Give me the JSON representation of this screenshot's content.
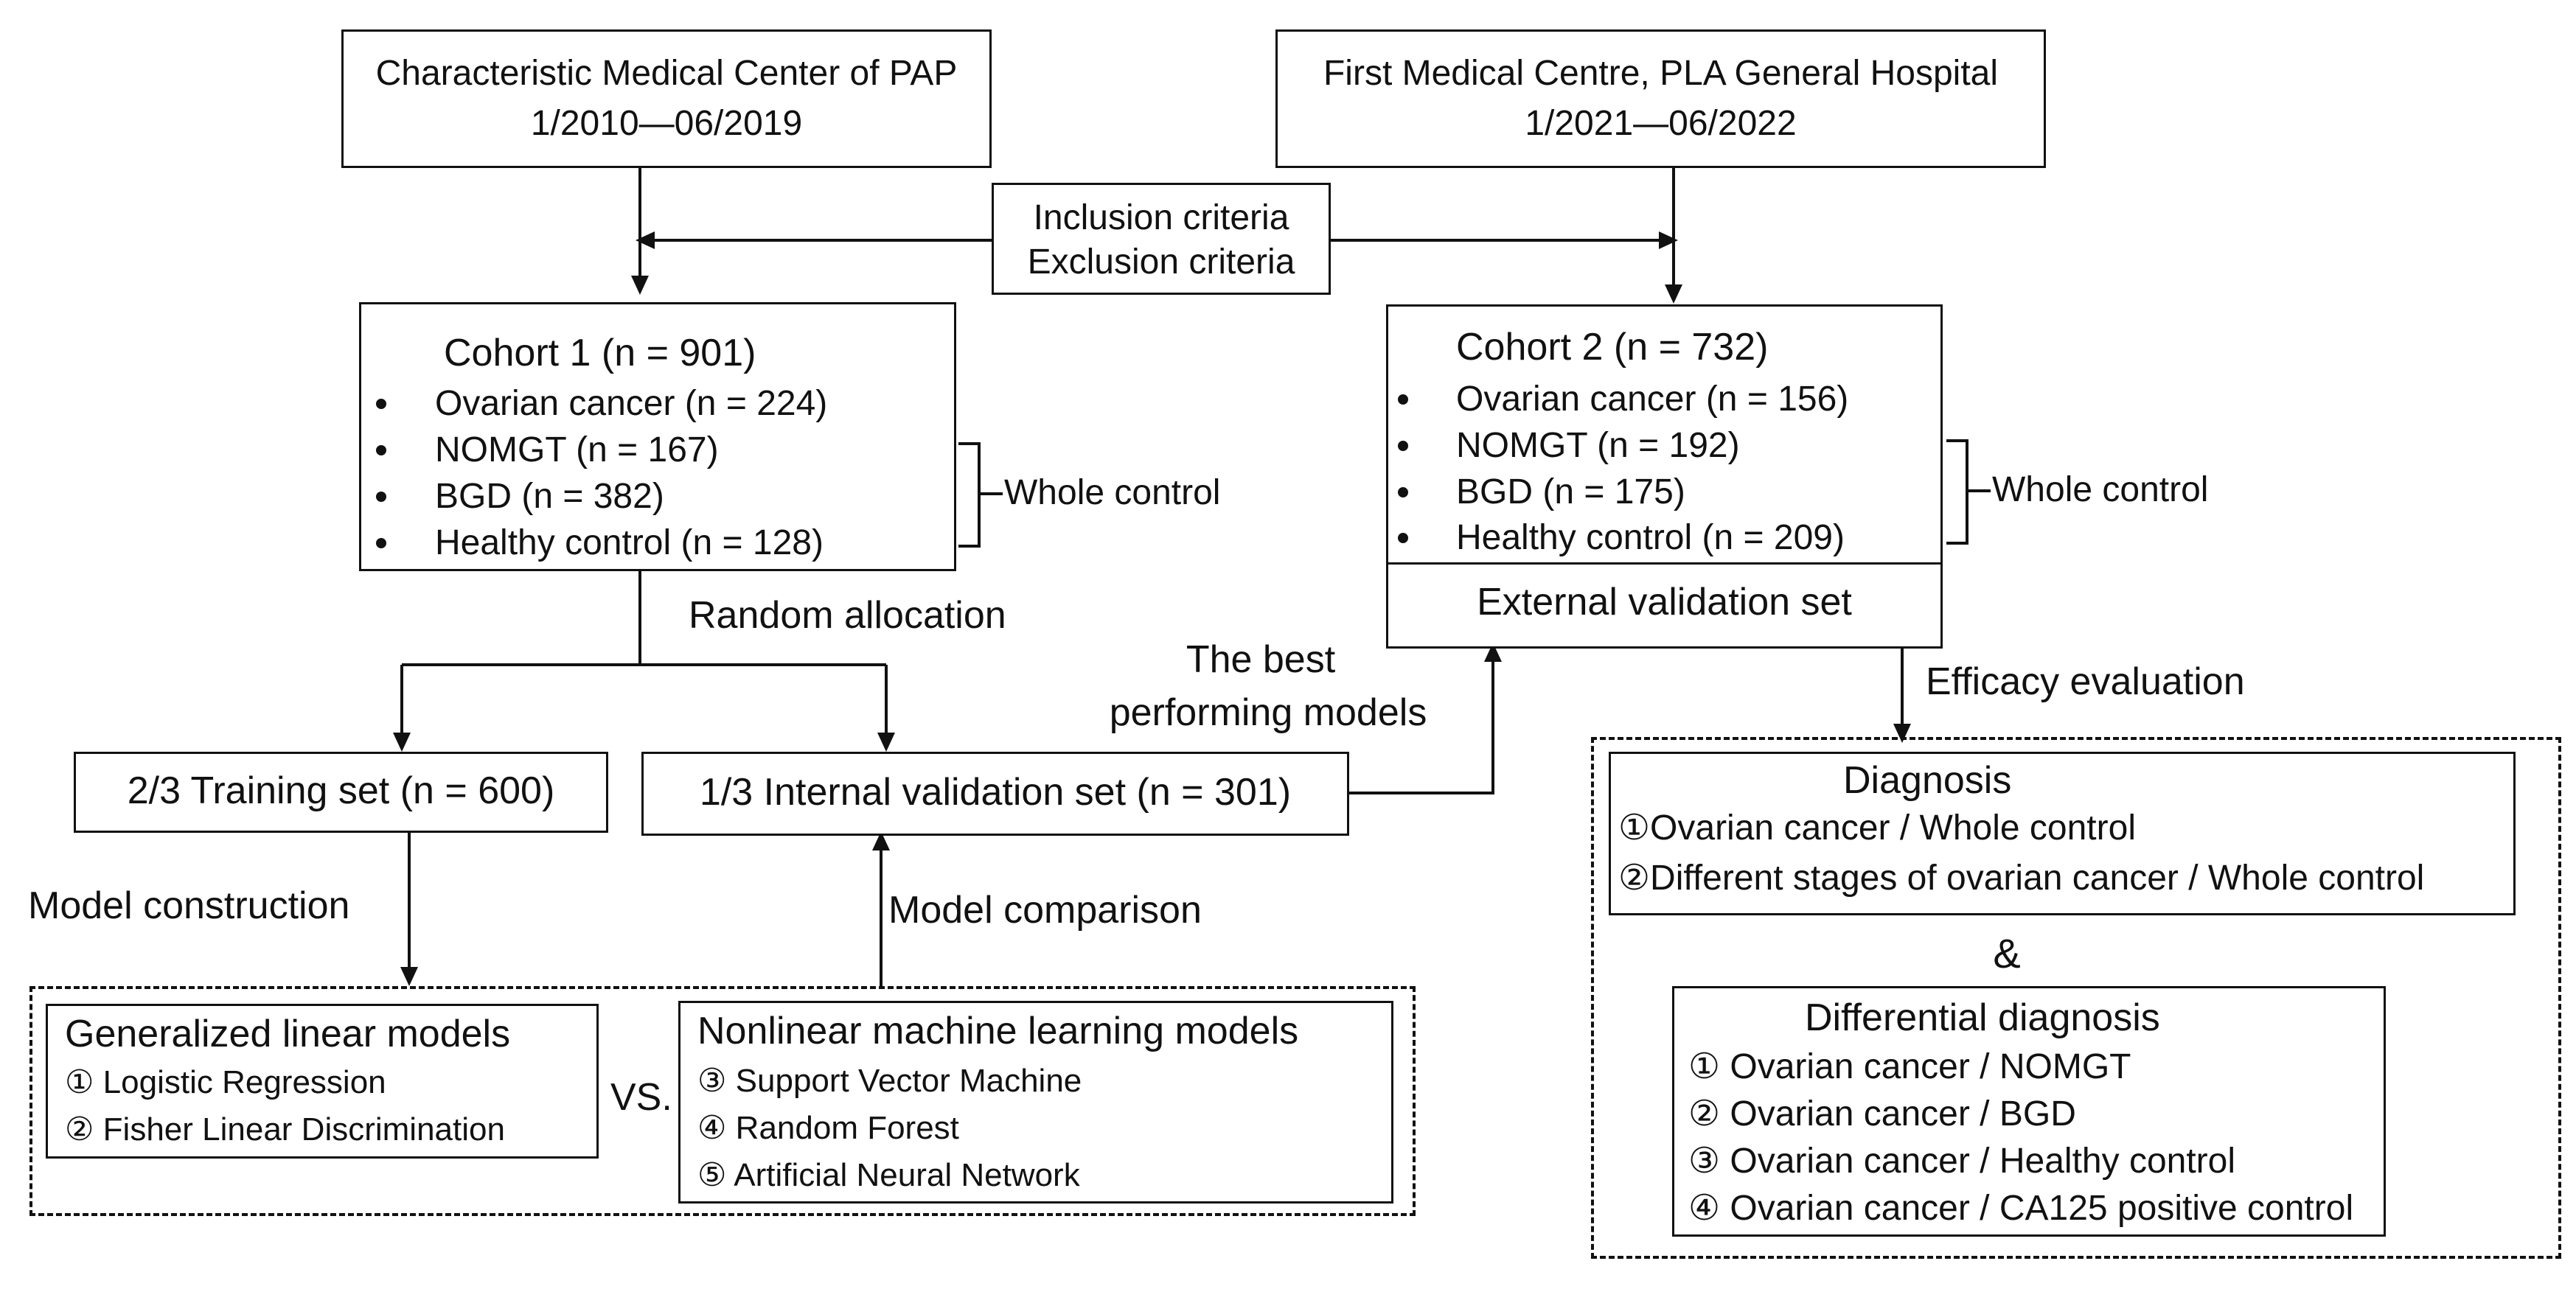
{
  "sources": {
    "left": {
      "line1": "Characteristic Medical Center of PAP",
      "line2": "1/2010—06/2019"
    },
    "right": {
      "line1": "First Medical Centre, PLA General Hospital",
      "line2": "1/2021—06/2022"
    }
  },
  "criteria": {
    "inclusion": "Inclusion criteria",
    "exclusion": "Exclusion criteria"
  },
  "cohort1": {
    "title": "Cohort 1 (n = 901)",
    "items": [
      "Ovarian cancer (n = 224)",
      "NOMGT (n = 167)",
      "BGD (n = 382)",
      "Healthy control (n = 128)"
    ],
    "bracket_label": "Whole control"
  },
  "cohort2": {
    "title": "Cohort 2 (n = 732)",
    "items": [
      "Ovarian cancer (n = 156)",
      "NOMGT (n = 192)",
      "BGD (n = 175)",
      "Healthy control (n = 209)"
    ],
    "bracket_label": "Whole control",
    "external": "External validation set"
  },
  "labels": {
    "random_allocation": "Random allocation",
    "best_models_1": "The best",
    "best_models_2": "performing models",
    "efficacy": "Efficacy evaluation",
    "model_construction": "Model construction",
    "model_comparison": "Model comparison",
    "vs": "VS."
  },
  "sets": {
    "training": "2/3 Training set (n = 600)",
    "internal": "1/3 Internal validation set (n = 301)"
  },
  "models": {
    "linear_title": "Generalized linear models",
    "linear_items": [
      "① Logistic Regression",
      "② Fisher Linear Discrimination"
    ],
    "nonlinear_title": "Nonlinear machine learning models",
    "nonlinear_items": [
      "③ Support Vector Machine",
      "④ Random Forest",
      "⑤ Artificial Neural Network"
    ]
  },
  "diagnosis": {
    "title": "Diagnosis",
    "items": [
      "①Ovarian cancer / Whole control",
      "②Different stages of ovarian cancer / Whole control"
    ]
  },
  "ampersand": "&",
  "differential": {
    "title": "Differential diagnosis",
    "items": [
      "① Ovarian cancer / NOMGT",
      "② Ovarian cancer / BGD",
      "③ Ovarian cancer / Healthy control",
      "④ Ovarian cancer / CA125 positive control"
    ]
  }
}
